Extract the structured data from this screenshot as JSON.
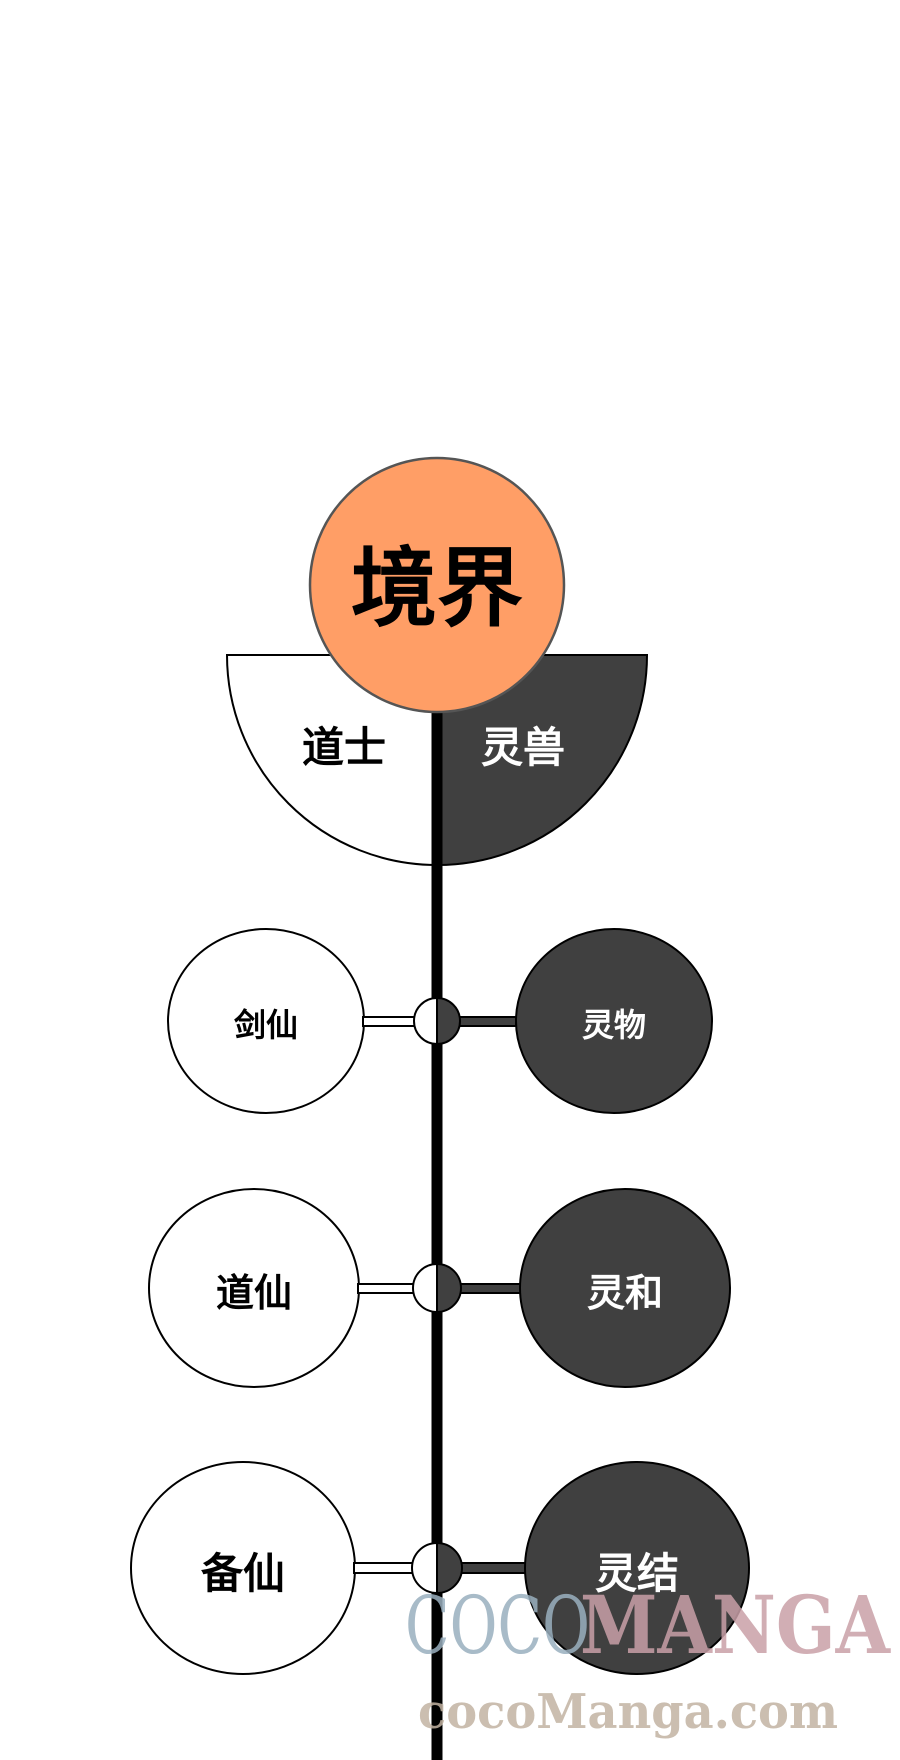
{
  "title": "境界",
  "branches": {
    "left": "道士",
    "right": "灵兽"
  },
  "levels": [
    {
      "left": "剑仙",
      "right": "灵物"
    },
    {
      "left": "道仙",
      "right": "灵和"
    },
    {
      "left": "备仙",
      "right": "灵结"
    }
  ],
  "watermark": {
    "line1_a": "COCO",
    "line1_b": "MANGA",
    "line2": "cocoManga.com"
  },
  "colors": {
    "title_fill": "#FF9E66",
    "dark_fill": "#404040",
    "stroke": "#000000",
    "watermark_a": "#9AB0BF",
    "watermark_b": "#C9A0A8",
    "watermark_c": "#C2B3A3"
  }
}
